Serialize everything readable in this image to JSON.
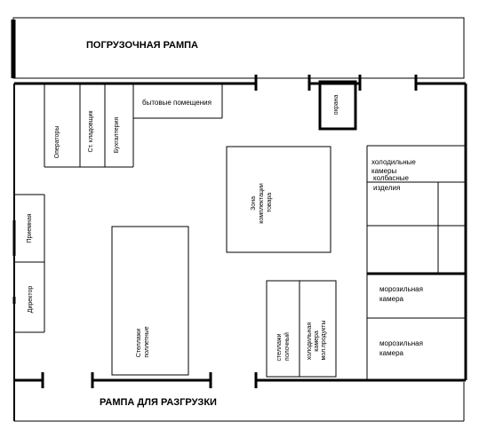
{
  "floor_plan": {
    "loading_ramp": "ПОГРУЗОЧНАЯ РАМПА",
    "unloading_ramp": "РАМПА  ДЛЯ РАЗГРУЗКИ",
    "rooms": {
      "household": "бытовые помещения",
      "security": "охрана",
      "operators": "Операторы",
      "senior_storekeeper": "Ст. кладовщик",
      "accounting": "Бухгалтерия",
      "order_picking_zone": [
        "Зона",
        "комплектации",
        "товара"
      ],
      "cold_chambers": [
        "холодильные",
        "камеры"
      ],
      "sausage_products": [
        "колбасные",
        "изделия"
      ],
      "reception": "Приемная",
      "director": "Директор",
      "pallet_racks": [
        "Стеллажи",
        "поллетные"
      ],
      "shelf_racks": [
        "стеллажи",
        "полочный"
      ],
      "dairy_cold_chamber": [
        "холодильная",
        "камера",
        "мол.продукты"
      ],
      "freezer_1": [
        "морозильная",
        "камера"
      ],
      "freezer_2": [
        "морозильная",
        "камера"
      ]
    }
  }
}
